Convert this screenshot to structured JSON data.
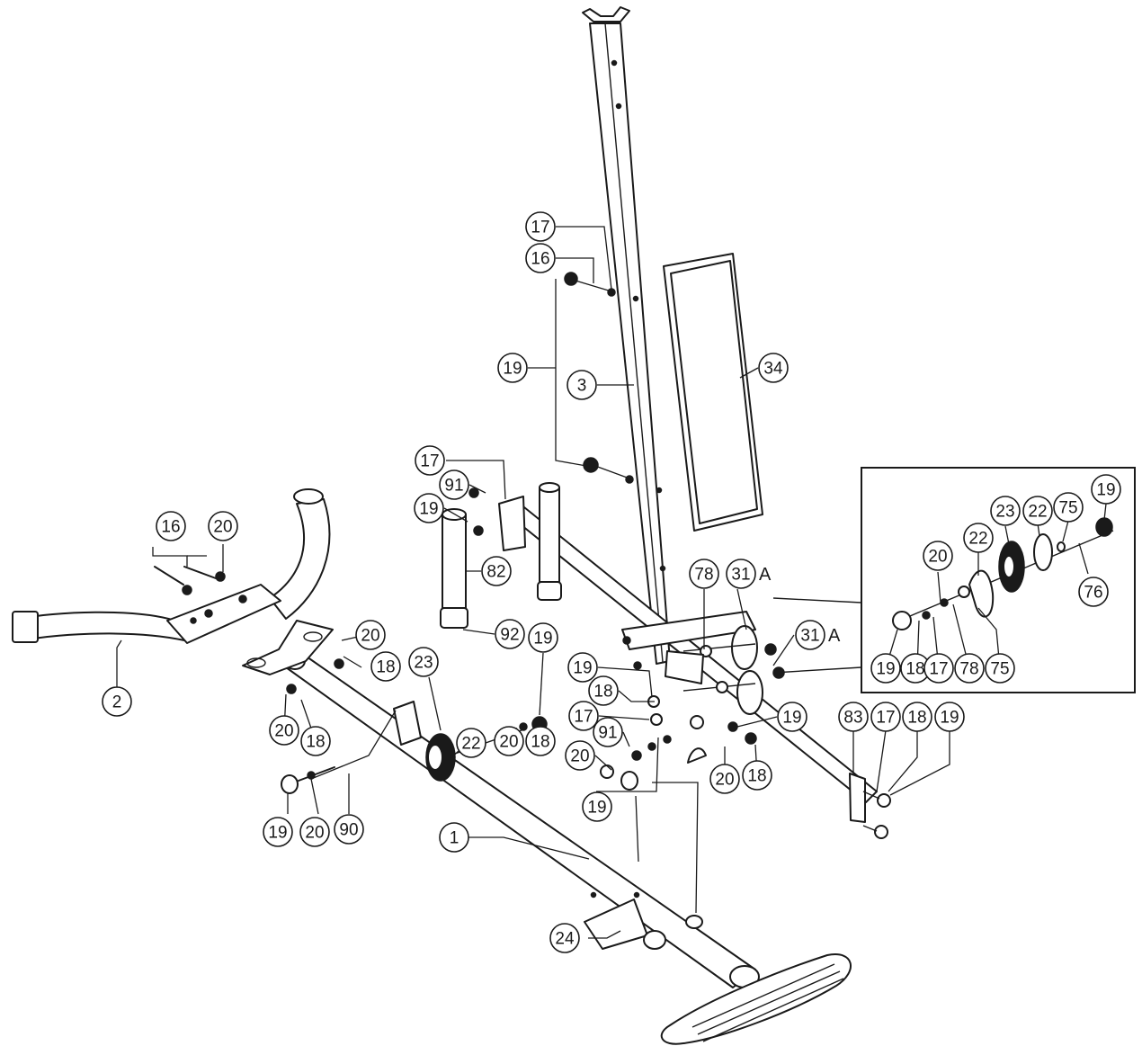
{
  "diagram": {
    "callouts": [
      {
        "id": "c-17-top",
        "label": "17"
      },
      {
        "id": "c-16-top",
        "label": "16"
      },
      {
        "id": "c-19-left",
        "label": "19"
      },
      {
        "id": "c-3",
        "label": "3"
      },
      {
        "id": "c-34",
        "label": "34"
      },
      {
        "id": "c-17-mid",
        "label": "17"
      },
      {
        "id": "c-91-mid",
        "label": "91"
      },
      {
        "id": "c-19-mid",
        "label": "19"
      },
      {
        "id": "c-82",
        "label": "82"
      },
      {
        "id": "c-92",
        "label": "92"
      },
      {
        "id": "c-16-hb",
        "label": "16"
      },
      {
        "id": "c-20-hb",
        "label": "20"
      },
      {
        "id": "c-2",
        "label": "2"
      },
      {
        "id": "c-20-br",
        "label": "20"
      },
      {
        "id": "c-18-br",
        "label": "18"
      },
      {
        "id": "c-23-pl",
        "label": "23"
      },
      {
        "id": "c-19-pl",
        "label": "19"
      },
      {
        "id": "c-20-lo",
        "label": "20"
      },
      {
        "id": "c-18-lo",
        "label": "18"
      },
      {
        "id": "c-22-pl",
        "label": "22"
      },
      {
        "id": "c-20-pl",
        "label": "20"
      },
      {
        "id": "c-18-pl",
        "label": "18"
      },
      {
        "id": "c-19-bl",
        "label": "19"
      },
      {
        "id": "c-20-bl",
        "label": "20"
      },
      {
        "id": "c-90",
        "label": "90"
      },
      {
        "id": "c-1",
        "label": "1"
      },
      {
        "id": "c-24",
        "label": "24"
      },
      {
        "id": "c-78-a",
        "label": "78"
      },
      {
        "id": "c-31-a1",
        "label": "31",
        "suffix": "A"
      },
      {
        "id": "c-31-a2",
        "label": "31",
        "suffix": "A"
      },
      {
        "id": "c-19-c1",
        "label": "19"
      },
      {
        "id": "c-18-c1",
        "label": "18"
      },
      {
        "id": "c-17-c",
        "label": "17"
      },
      {
        "id": "c-91-c",
        "label": "91"
      },
      {
        "id": "c-20-c",
        "label": "20"
      },
      {
        "id": "c-19-c2",
        "label": "19"
      },
      {
        "id": "c-19-c3",
        "label": "19"
      },
      {
        "id": "c-20-c2",
        "label": "20"
      },
      {
        "id": "c-18-c2",
        "label": "18"
      },
      {
        "id": "c-83",
        "label": "83"
      },
      {
        "id": "c-17-r",
        "label": "17"
      },
      {
        "id": "c-18-r",
        "label": "18"
      },
      {
        "id": "c-19-r",
        "label": "19"
      },
      {
        "id": "c-20-in",
        "label": "20"
      },
      {
        "id": "c-22-in1",
        "label": "22"
      },
      {
        "id": "c-23-in",
        "label": "23"
      },
      {
        "id": "c-22-in2",
        "label": "22"
      },
      {
        "id": "c-75-in1",
        "label": "75"
      },
      {
        "id": "c-19-in1",
        "label": "19"
      },
      {
        "id": "c-76",
        "label": "76"
      },
      {
        "id": "c-19-in2",
        "label": "19"
      },
      {
        "id": "c-18-in",
        "label": "18"
      },
      {
        "id": "c-17-in",
        "label": "17"
      },
      {
        "id": "c-78-in",
        "label": "78"
      },
      {
        "id": "c-75-in2",
        "label": "75"
      }
    ]
  }
}
